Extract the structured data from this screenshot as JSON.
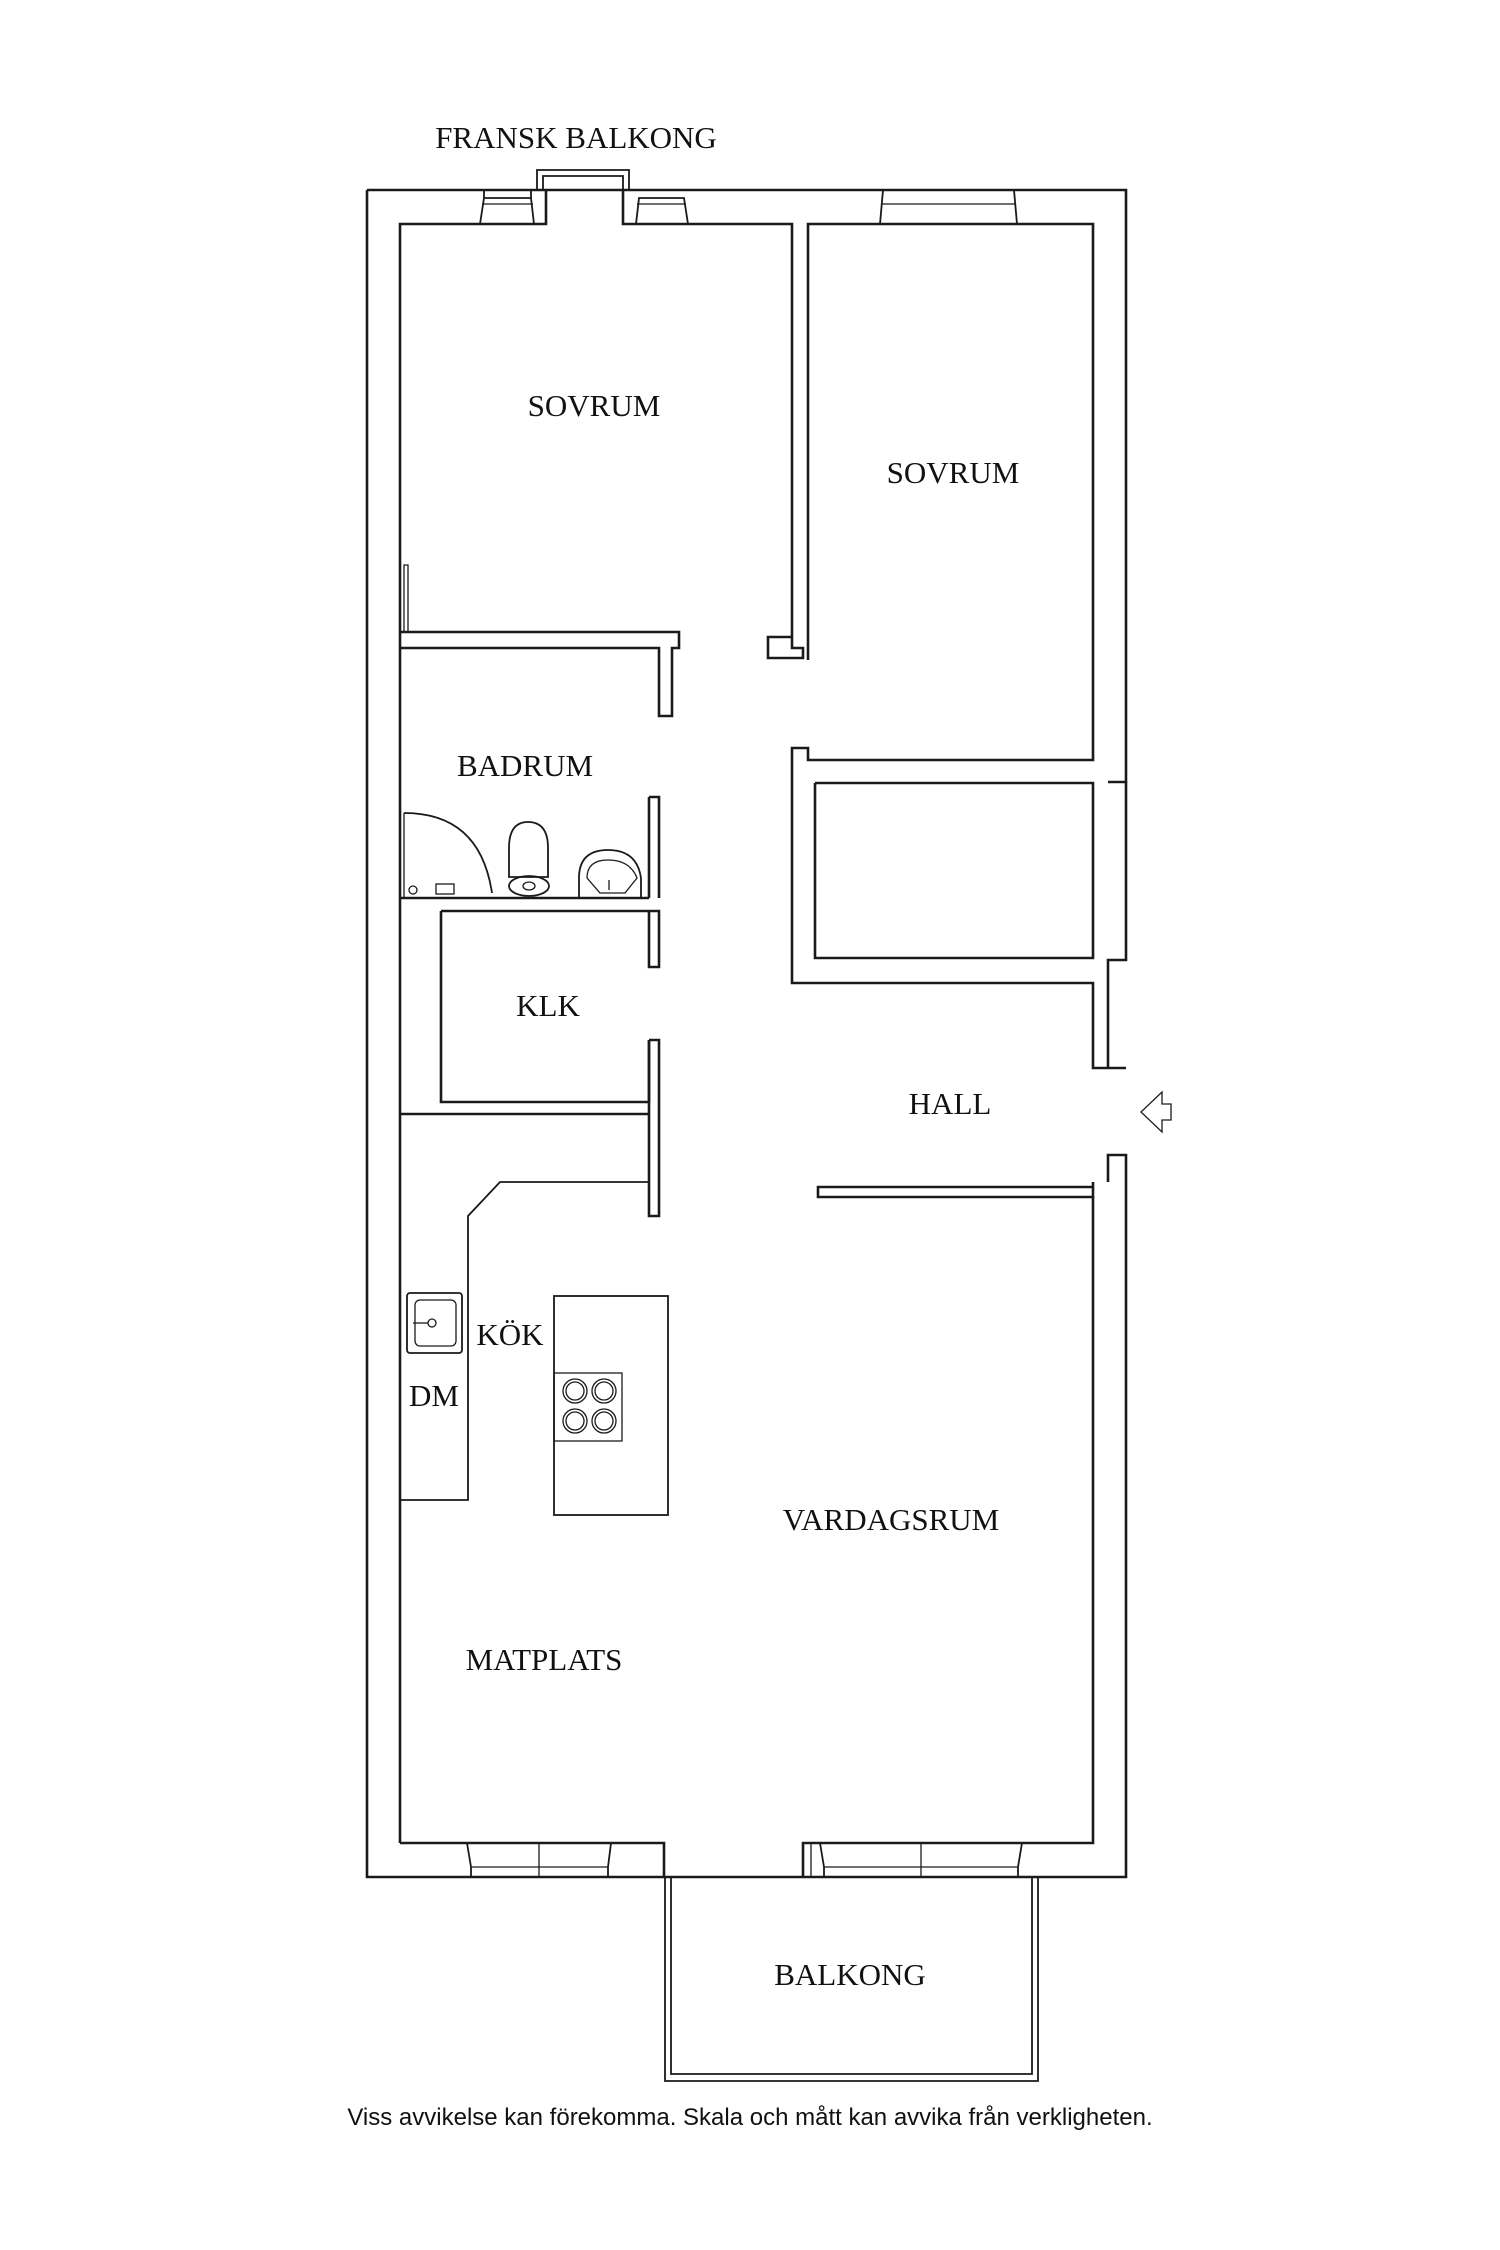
{
  "plan": {
    "title_label": "FRANSK BALKONG",
    "rooms": {
      "sovrum_1": "SOVRUM",
      "sovrum_2": "SOVRUM",
      "badrum": "BADRUM",
      "klk": "KLK",
      "hall": "HALL",
      "kok": "KÖK",
      "dm": "DM",
      "vardagsrum": "VARDAGSRUM",
      "matplats": "MATPLATS",
      "balkong": "BALKONG"
    },
    "entrance_icon": "entrance-arrow-icon",
    "line_color": "#1a1a1a",
    "background_color": "#ffffff"
  },
  "footer": {
    "disclaimer": "Viss avvikelse kan förekomma. Skala och mått kan avvika från verkligheten."
  }
}
